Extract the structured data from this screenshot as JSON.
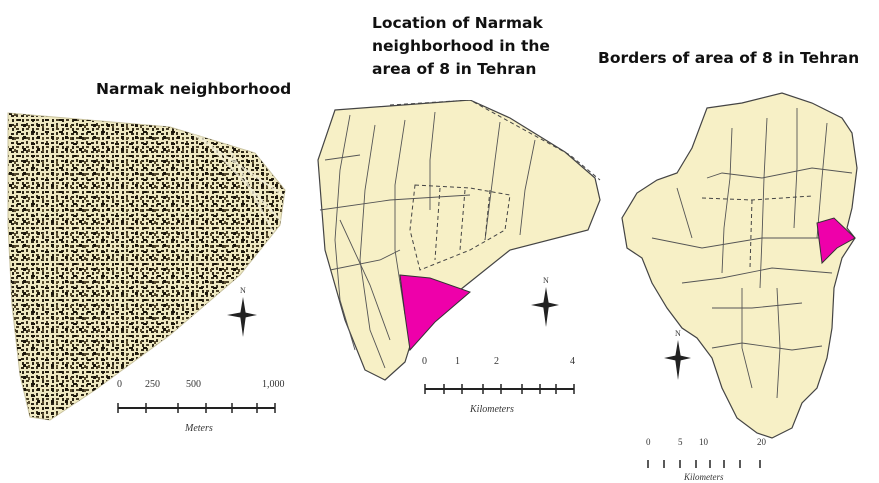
{
  "titles": {
    "left": "Narmak neighborhood",
    "middle": [
      "Location of Narmak",
      "neighborhood in the",
      "area of 8 in Tehran"
    ],
    "right": "Borders of area of 8 in Tehran"
  },
  "scales": {
    "left": {
      "ticks": [
        "0",
        "250",
        "500",
        "1,000"
      ],
      "unit": "Meters"
    },
    "middle": {
      "ticks": [
        "0",
        "1",
        "2",
        "4"
      ],
      "unit": "Kilometers"
    },
    "right": {
      "ticks": [
        "0",
        "5",
        "10",
        "20"
      ],
      "unit": "Kilometers"
    }
  },
  "north_label": "N",
  "colors": {
    "land": "#f7f0c6",
    "border": "#444444",
    "highlight": "#ee00aa",
    "blocks": "#2b2416"
  }
}
